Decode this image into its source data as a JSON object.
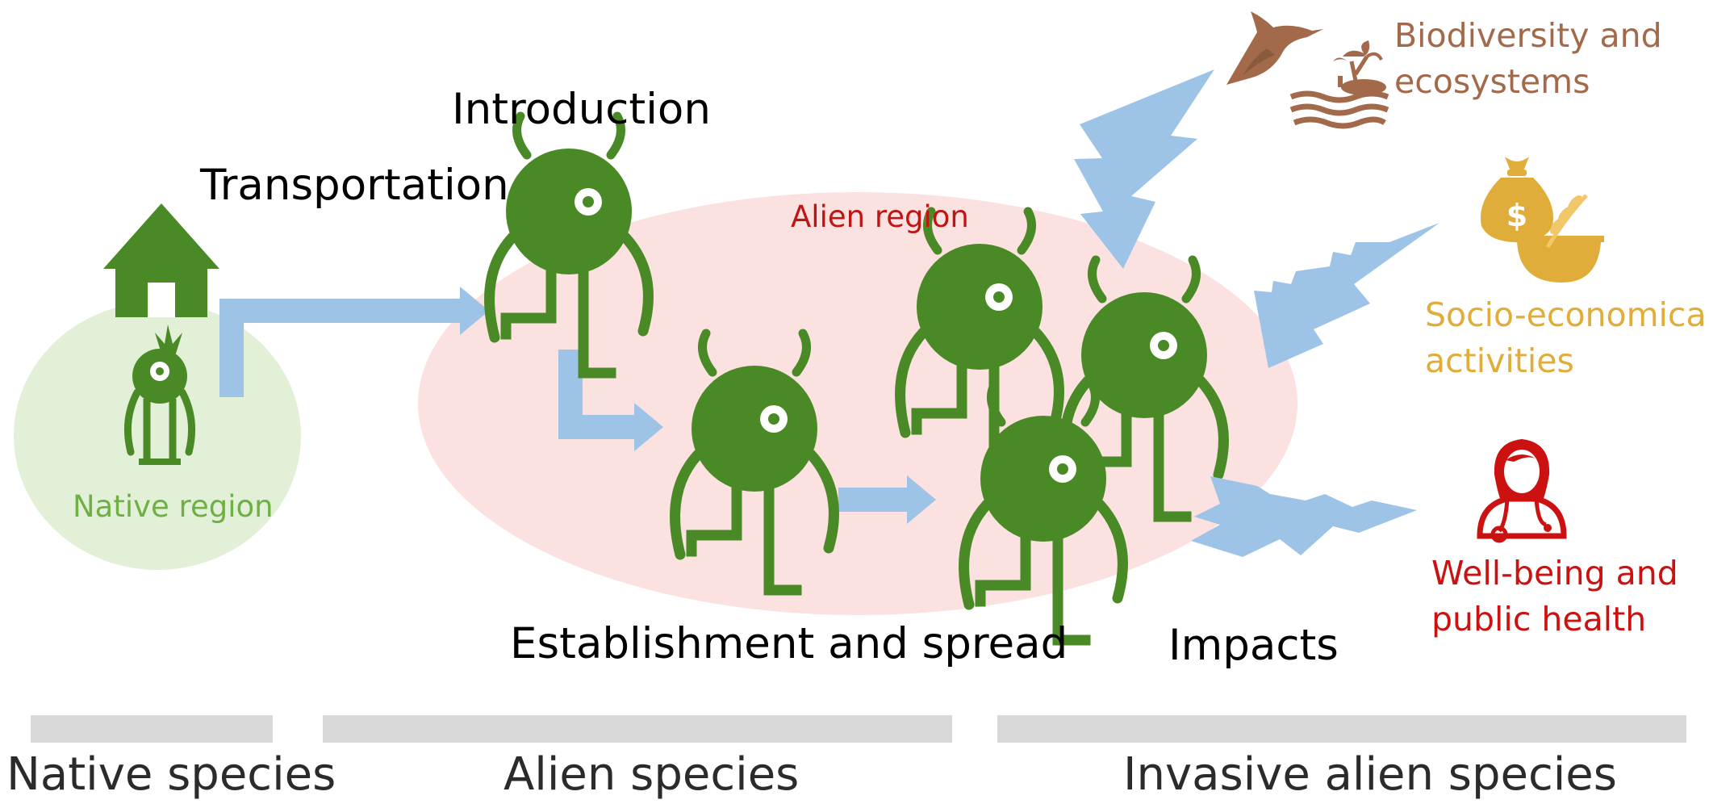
{
  "stages": {
    "introduction": "Introduction",
    "transportation": "Transportation",
    "establishment": "Establishment and spread",
    "impacts": "Impacts"
  },
  "regions": {
    "native": "Native region",
    "alien": "Alien region"
  },
  "impacts": [
    {
      "line1": "Biodiversity and",
      "line2": "ecosystems",
      "icon": "hummingbird-island-icon",
      "color": "#a26a4b"
    },
    {
      "line1": "Socio-economical",
      "line2": "activities",
      "icon": "money-bag-grain-icon",
      "color": "#e0ad3a"
    },
    {
      "line1": "Well-being and",
      "line2": "public health",
      "icon": "doctor-icon",
      "color": "#cc1111"
    }
  ],
  "categories": {
    "native": "Native species",
    "alien": "Alien species",
    "invasive": "Invasive alien species"
  },
  "colors": {
    "species_green": "#4a8a26",
    "native_region_fill": "#e1f0d7",
    "native_label": "#6fb044",
    "alien_region_fill": "#fbe2e0",
    "alien_label": "#c01515",
    "arrow_blue": "#9dc3e6",
    "bar_gray": "#d9d9d9"
  }
}
